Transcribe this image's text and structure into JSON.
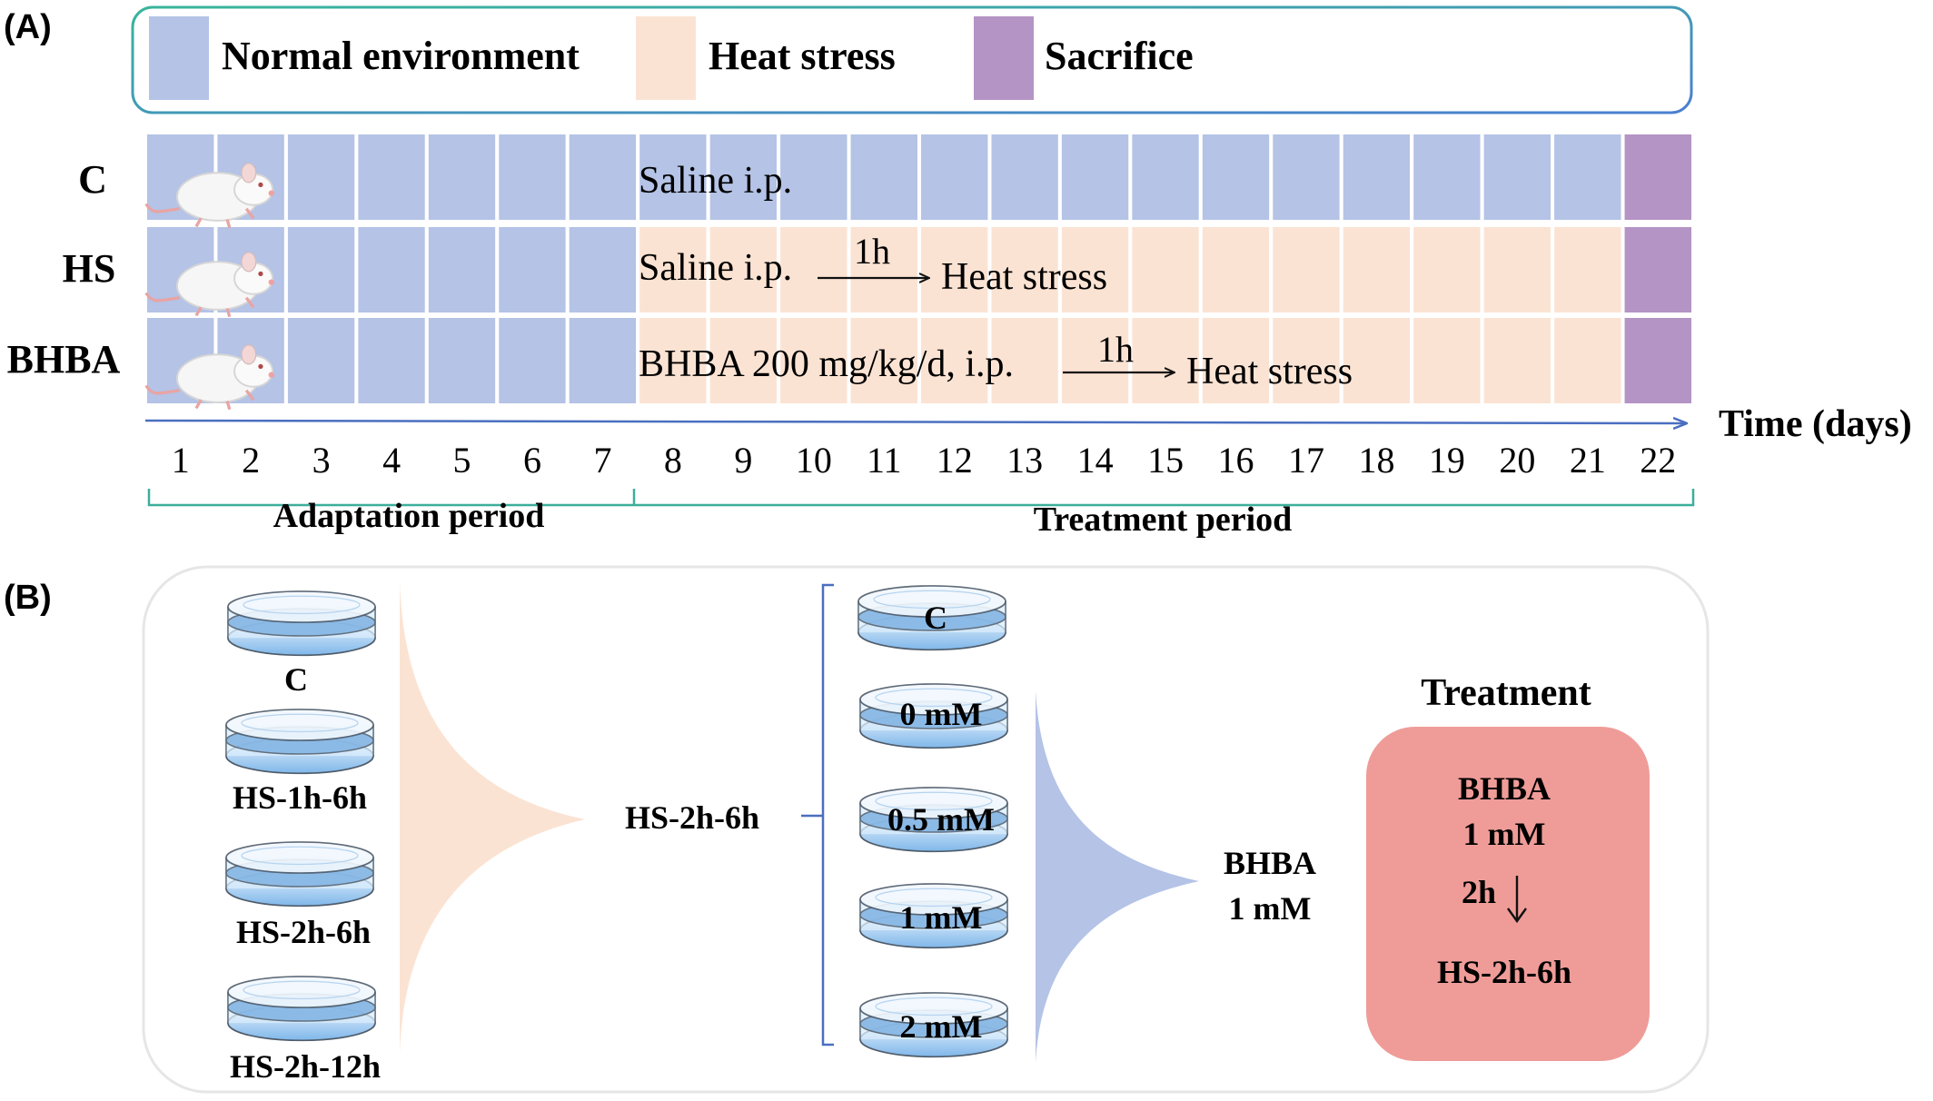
{
  "panel_a": {
    "label": "(A)",
    "legend": [
      {
        "label": "Normal environment",
        "color": "#b4c3e6"
      },
      {
        "label": "Heat stress",
        "color": "#fbe3d3"
      },
      {
        "label": "Sacrifice",
        "color": "#b494c4"
      }
    ],
    "groups": [
      {
        "label": "C",
        "annotation": "Saline i.p.",
        "arrow_label": "",
        "after_arrow": "",
        "treatment_color": "#b4c3e6"
      },
      {
        "label": "HS",
        "annotation": "Saline i.p.",
        "arrow_label": "1h",
        "after_arrow": "Heat stress",
        "treatment_color": "#fbe3d3"
      },
      {
        "label": "BHBA",
        "annotation": "BHBA 200 mg/kg/d, i.p.",
        "arrow_label": "1h",
        "after_arrow": "Heat stress",
        "treatment_color": "#fbe3d3"
      }
    ],
    "days": [
      "1",
      "2",
      "3",
      "4",
      "5",
      "6",
      "7",
      "8",
      "9",
      "10",
      "11",
      "12",
      "13",
      "14",
      "15",
      "16",
      "17",
      "18",
      "19",
      "20",
      "21",
      "22"
    ],
    "adaptation_days": 7,
    "axis_label": "Time (days)",
    "periods": {
      "adaptation": "Adaptation period",
      "treatment": "Treatment period"
    },
    "colors": {
      "normal": "#b4c3e6",
      "heat": "#fbe3d3",
      "sacrifice": "#b494c4",
      "legend_border": "#3cae9c",
      "axis": "#4a6fc0"
    }
  },
  "panel_b": {
    "label": "(B)",
    "left_dishes": [
      "C",
      "HS-1h-6h",
      "HS-2h-6h",
      "HS-2h-12h"
    ],
    "selected_condition": "HS-2h-6h",
    "right_dishes": [
      "C",
      "0 mM",
      "0.5 mM",
      "1 mM",
      "2 mM"
    ],
    "selected_dose": [
      "BHBA",
      "1 mM"
    ],
    "treatment_title": "Treatment",
    "treatment_lines": [
      "BHBA",
      "1 mM",
      "2h",
      "HS-2h-6h"
    ],
    "colors": {
      "left_funnel": "#fbe3d3",
      "right_funnel": "#b4c3e6",
      "treatment_box": "#ef9c98",
      "dish": "#9ccbf2"
    }
  }
}
